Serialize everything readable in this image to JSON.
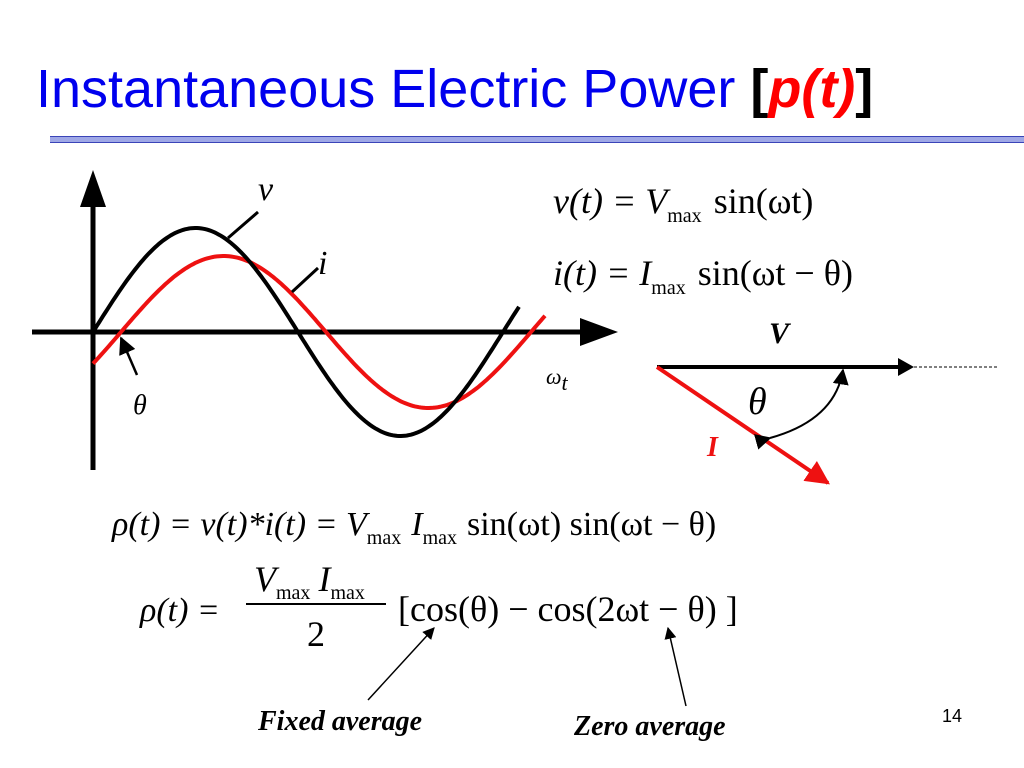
{
  "slide": {
    "title_main": "Instantaneous Electric Power ",
    "title_open": "[",
    "title_pt": "p(t)",
    "title_close": "]",
    "page_number": "14"
  },
  "waveform": {
    "label_v": "v",
    "label_i": "i",
    "label_theta": "θ",
    "label_omega": "ω",
    "label_t": "t"
  },
  "phasor": {
    "label_V": "V",
    "label_I": "I",
    "label_theta": "θ"
  },
  "equations": {
    "v_lhs": "v(t) = V",
    "v_sub": "max",
    "v_rhs": "sin(ωt)",
    "i_lhs": "i(t) = I",
    "i_sub": "max",
    "i_rhs": "sin(ωt − θ)",
    "p1_a": "ρ(t) = v(t)*i(t) = V",
    "p1_sub1": "max",
    "p1_b": "I",
    "p1_sub2": "max",
    "p1_c": "sin(ωt) sin(ωt − θ)",
    "p2_lhs": "ρ(t) =",
    "p2_num_a": "V",
    "p2_num_sub1": "max",
    "p2_num_b": "I",
    "p2_num_sub2": "max",
    "p2_den": "2",
    "p2_rhs": "[cos(θ) − cos(2ωt − θ) ]"
  },
  "annotations": {
    "fixed_average": "Fixed average",
    "zero_average": "Zero average"
  },
  "colors": {
    "title": "#0000ee",
    "current": "#ee1111",
    "voltage": "#000000",
    "rule_fill": "#9fa8e6"
  }
}
